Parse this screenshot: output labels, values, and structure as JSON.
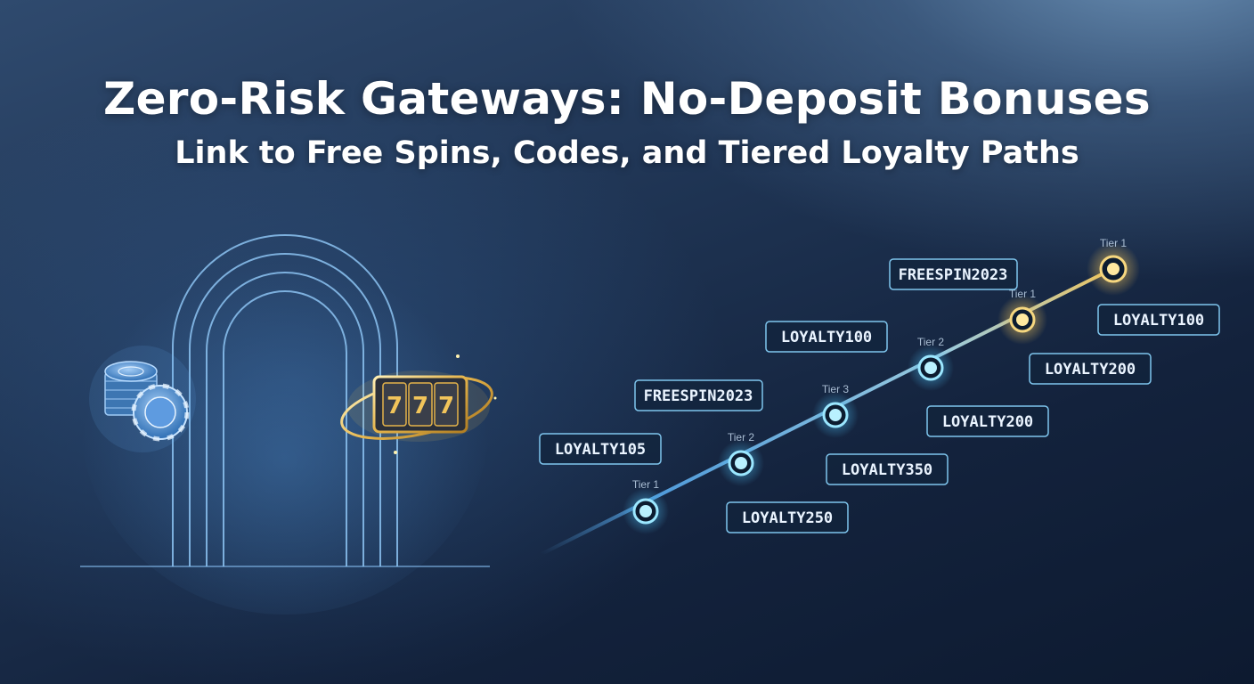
{
  "header": {
    "title": "Zero-Risk Gateways: No-Deposit Bonuses",
    "subtitle": "Link to Free Spins, Codes, and Tiered Loyalty Paths"
  },
  "colors": {
    "accent_blue": "#7fd8ff",
    "accent_gold": "#f1c45a",
    "background": "#1a2d49"
  },
  "icons": [
    "gateway-arch-icon",
    "casino-chips-icon",
    "slot-machine-777-icon"
  ],
  "slot_symbols": [
    "7",
    "7",
    "7"
  ],
  "path": {
    "nodes": [
      {
        "tier_label": "Tier 1",
        "style": "blue"
      },
      {
        "tier_label": "Tier 2",
        "style": "blue"
      },
      {
        "tier_label": "Tier 3",
        "style": "blue"
      },
      {
        "tier_label": "Tier 2",
        "style": "blue"
      },
      {
        "tier_label": "Tier 1",
        "style": "gold"
      },
      {
        "tier_label": "Tier 1",
        "style": "gold"
      }
    ],
    "codes": [
      "LOYALTY105",
      "FREESPIN2023",
      "LOYALTY100",
      "FREESPIN2023",
      "LOYALTY250",
      "LOYALTY350",
      "LOYALTY200",
      "LOYALTY200",
      "LOYALTY100"
    ]
  }
}
